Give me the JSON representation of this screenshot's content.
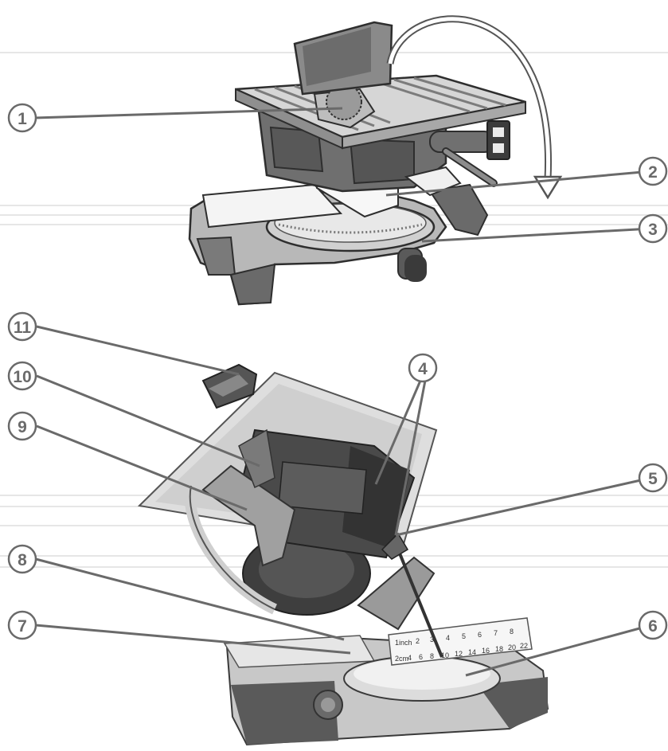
{
  "callouts": [
    {
      "id": "1",
      "label": "1"
    },
    {
      "id": "2",
      "label": "2"
    },
    {
      "id": "3",
      "label": "3"
    },
    {
      "id": "4",
      "label": "4"
    },
    {
      "id": "5",
      "label": "5"
    },
    {
      "id": "6",
      "label": "6"
    },
    {
      "id": "7",
      "label": "7"
    },
    {
      "id": "8",
      "label": "8"
    },
    {
      "id": "9",
      "label": "9"
    },
    {
      "id": "10",
      "label": "10"
    },
    {
      "id": "11",
      "label": "11"
    }
  ],
  "scale": {
    "inch_prefix": "1inch",
    "inch_ticks": [
      "2",
      "3",
      "4",
      "5",
      "6",
      "7",
      "8"
    ],
    "cm_prefix": "2cm",
    "cm_ticks": [
      "4",
      "6",
      "8",
      "10",
      "12",
      "14",
      "16",
      "18",
      "20",
      "22"
    ]
  },
  "colors": {
    "callout": "#6a6a6a",
    "machine_dark": "#4a4a4a",
    "machine_mid": "#8c8c8c",
    "machine_light": "#d9d9d9"
  }
}
